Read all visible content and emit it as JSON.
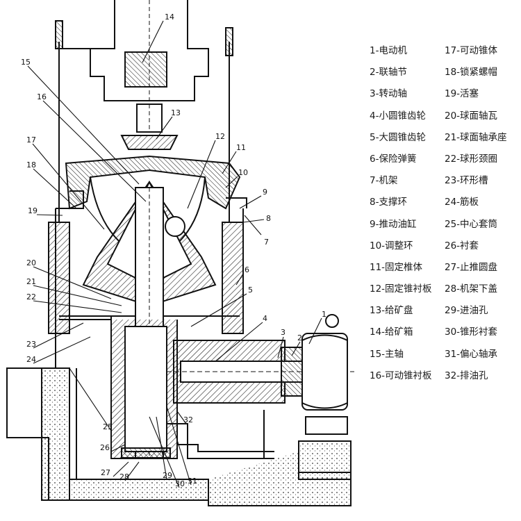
{
  "diagram": {
    "callouts": [
      "1",
      "2",
      "3",
      "4",
      "5",
      "6",
      "7",
      "8",
      "9",
      "10",
      "11",
      "12",
      "13",
      "14",
      "15",
      "16",
      "17",
      "18",
      "19",
      "20",
      "21",
      "22",
      "23",
      "24",
      "25",
      "26",
      "27",
      "28",
      "29",
      "30",
      "31",
      "32"
    ],
    "legend": [
      {
        "label": "1-电动机"
      },
      {
        "label": "2-联轴节"
      },
      {
        "label": "3-转动轴"
      },
      {
        "label": "4-小圆锥齿轮"
      },
      {
        "label": "5-大圆锥齿轮"
      },
      {
        "label": "6-保险弹簧"
      },
      {
        "label": "7-机架"
      },
      {
        "label": "8-支撑环"
      },
      {
        "label": "9-推动油缸"
      },
      {
        "label": "10-调整环"
      },
      {
        "label": "11-固定椎体"
      },
      {
        "label": "12-固定锥衬板"
      },
      {
        "label": "13-给矿盘"
      },
      {
        "label": "14-给矿箱"
      },
      {
        "label": "15-主轴"
      },
      {
        "label": "16-可动锥衬板"
      },
      {
        "label": "17-可动锥体"
      },
      {
        "label": "18-锁紧螺帽"
      },
      {
        "label": "19-活塞"
      },
      {
        "label": "20-球面轴瓦"
      },
      {
        "label": "21-球面轴承座"
      },
      {
        "label": "22-球形颈圈"
      },
      {
        "label": "23-环形槽"
      },
      {
        "label": "24-筋板"
      },
      {
        "label": "25-中心套筒"
      },
      {
        "label": "26-衬套"
      },
      {
        "label": "27-止推圆盘"
      },
      {
        "label": "28-机架下盖"
      },
      {
        "label": "29-进油孔"
      },
      {
        "label": "30-锥形衬套"
      },
      {
        "label": "31-偏心轴承"
      },
      {
        "label": "32-排油孔"
      }
    ]
  }
}
